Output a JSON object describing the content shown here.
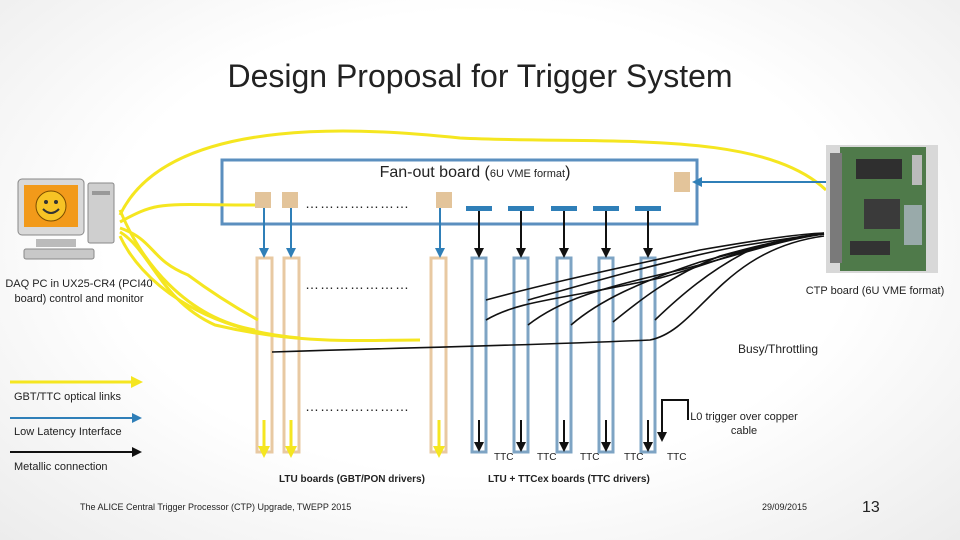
{
  "title": "Design Proposal for Trigger System",
  "fanout": {
    "label": "Fan-out board (",
    "format": "6U VME format",
    "close": ")",
    "dots": "…………………"
  },
  "middle_dots": [
    "…………………",
    "…………………"
  ],
  "daq": {
    "label": "DAQ PC in UX25-CR4 (PCI40 board) control and monitor",
    "icon": "smiley-computer-icon"
  },
  "ctp": {
    "label": "CTP board (6U VME format)",
    "icon": "circuit-board-photo"
  },
  "busy": "Busy/Throttling",
  "l0": "L0 trigger over copper cable",
  "legend": [
    {
      "label": "GBT/TTC optical links",
      "color": "#f5e620"
    },
    {
      "label": "Low Latency Interface",
      "color": "#2f7fb8"
    },
    {
      "label": "Metallic connection",
      "color": "#111111"
    }
  ],
  "ttc_labels": [
    "TTC",
    "TTC",
    "TTC",
    "TTC",
    "TTC"
  ],
  "groups": {
    "ltu": "LTU boards (GBT/PON drivers)",
    "ttcex": "LTU + TTCex boards (TTC drivers)"
  },
  "footer": {
    "citation": "The ALICE Central Trigger Processor (CTP) Upgrade, TWEPP 2015",
    "date": "29/09/2015",
    "page": "13"
  },
  "colors": {
    "yellow": "#f5e620",
    "blue": "#2f7fb8",
    "board": "#5b8fbf",
    "connector": "#e3c49a",
    "ltu": "#e8c9a2",
    "ttcex": "#7ea4c4"
  }
}
